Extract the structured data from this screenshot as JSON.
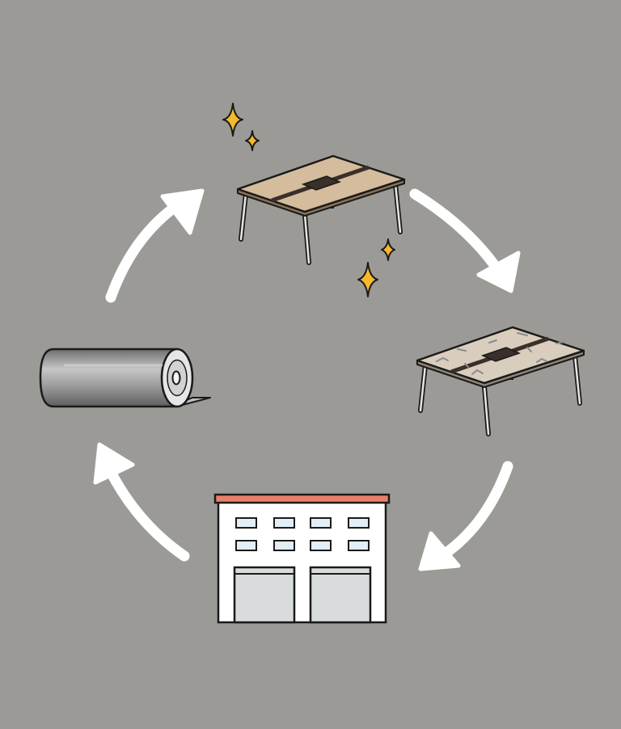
{
  "diagram": {
    "type": "cycle",
    "direction": "clockwise",
    "stages": [
      {
        "id": "new-desk",
        "icon": "clean-desk-with-sparkles-icon"
      },
      {
        "id": "used-desk",
        "icon": "worn-desk-icon"
      },
      {
        "id": "factory",
        "icon": "factory-building-icon"
      },
      {
        "id": "material-roll",
        "icon": "sheet-material-roll-icon"
      }
    ],
    "connectors": [
      "arrow",
      "arrow",
      "arrow",
      "arrow"
    ]
  },
  "colors": {
    "background": "#9b9a97",
    "arrow": "#ffffff",
    "outline": "#1a1a1a",
    "desk_top_new": "#d4bc9c",
    "desk_top_used": "#d9cdbd",
    "desk_leg": "#e9e6e2",
    "sparkle": "#f7b92c",
    "factory_roof": "#e8806a",
    "factory_wall": "#ffffff",
    "factory_window": "#e2eef6",
    "factory_door": "#d8dcdc",
    "roll_body": "#8e8e8e",
    "roll_highlight": "#c6c6c6"
  }
}
